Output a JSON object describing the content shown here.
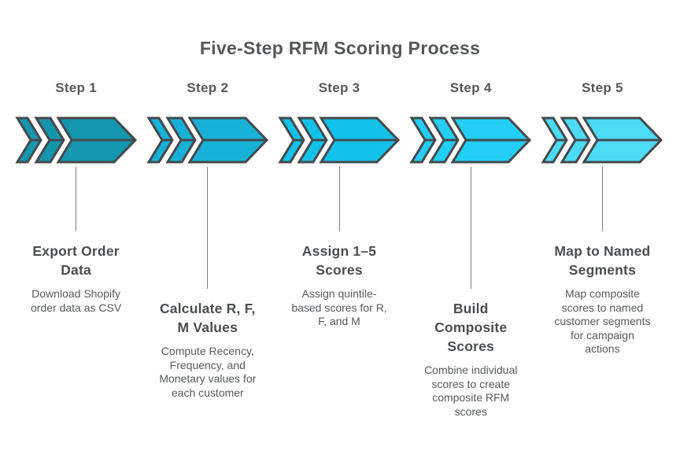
{
  "title": "Five-Step RFM Scoring Process",
  "colors": {
    "outline": "#46494c",
    "connector": "#7d7f82",
    "title_text": "#55575a",
    "heading_text": "#4b4d4f",
    "body_text": "#57595b"
  },
  "steps": [
    {
      "label": "Step 1",
      "color": "#1496ae",
      "connector": "short",
      "heading": "Export Order\nData",
      "body": "Download Shopify\norder data as CSV"
    },
    {
      "label": "Step 2",
      "color": "#18b1d8",
      "connector": "long",
      "heading": "Calculate R, F,\nM Values",
      "body": "Compute Recency,\nFrequency, and\nMonetary values for\neach customer"
    },
    {
      "label": "Step 3",
      "color": "#13c2eb",
      "connector": "short",
      "heading": "Assign 1–5\nScores",
      "body": "Assign quintile-\nbased scores for R,\nF, and M"
    },
    {
      "label": "Step 4",
      "color": "#22cef5",
      "connector": "long",
      "heading": "Build\nComposite\nScores",
      "body": "Combine individual\nscores to create\ncomposite RFM\nscores"
    },
    {
      "label": "Step 5",
      "color": "#4cdcf8",
      "connector": "short",
      "heading": "Map to Named\nSegments",
      "body": "Map composite\nscores to named\ncustomer segments\nfor campaign\nactions"
    }
  ]
}
